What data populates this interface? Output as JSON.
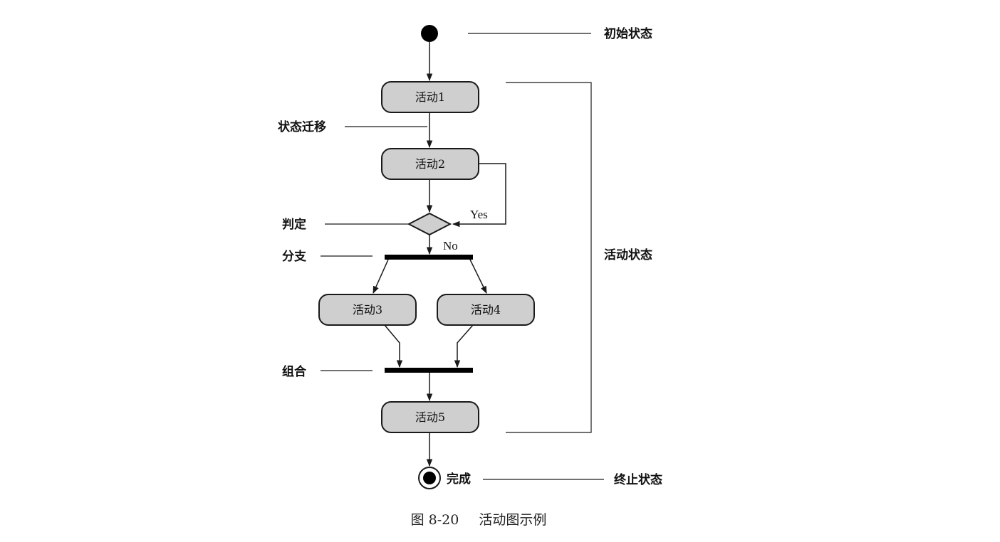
{
  "activities": {
    "a1": "活动1",
    "a2": "活动2",
    "a3": "活动3",
    "a4": "活动4",
    "a5": "活动5"
  },
  "edge_labels": {
    "yes": "Yes",
    "no": "No"
  },
  "annotations": {
    "initial_state": "初始状态",
    "transition": "状态迁移",
    "decision": "判定",
    "fork": "分支",
    "join": "组合",
    "activity_states": "活动状态",
    "final_label": "完成",
    "final_state": "终止状态"
  },
  "caption": {
    "figure_no": "图 8-20",
    "title": "活动图示例"
  },
  "colors": {
    "activity_fill": "#cfcfcf",
    "stroke": "#1a1a1a",
    "bar": "#000000"
  }
}
